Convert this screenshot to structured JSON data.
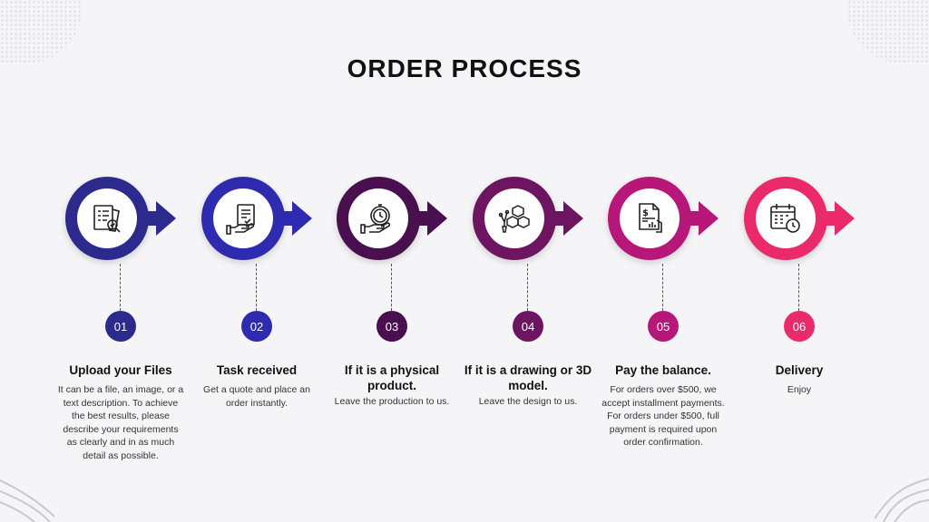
{
  "title": "ORDER PROCESS",
  "steps": [
    {
      "number": "01",
      "heading": "Upload your Files",
      "description": "It can be a file, an image, or a text description. To achieve the best results, please describe your requirements as clearly and in as much detail as possible.",
      "color": "#2c2a8c",
      "icon": "documents-checklist-icon"
    },
    {
      "number": "02",
      "heading": "Task received",
      "description": "Get a quote and place an order instantly.",
      "color": "#2f2bb0",
      "icon": "hand-document-icon"
    },
    {
      "number": "03",
      "heading": "If it is a physical product.",
      "description": "Leave the production to us.",
      "color": "#4a0f4f",
      "icon": "hand-stopwatch-icon"
    },
    {
      "number": "04",
      "heading": "If it is a drawing or 3D model.",
      "description": "Leave the design to us.",
      "color": "#6d1560",
      "icon": "cubes-design-icon"
    },
    {
      "number": "05",
      "heading": "Pay the balance.",
      "description": "For orders over $500, we accept installment payments. For orders under $500, full payment is required upon order confirmation.",
      "color": "#b8177a",
      "icon": "invoice-hand-icon"
    },
    {
      "number": "06",
      "heading": "Delivery",
      "description": "Enjoy",
      "color": "#ea2a6a",
      "icon": "calendar-clock-icon"
    }
  ]
}
